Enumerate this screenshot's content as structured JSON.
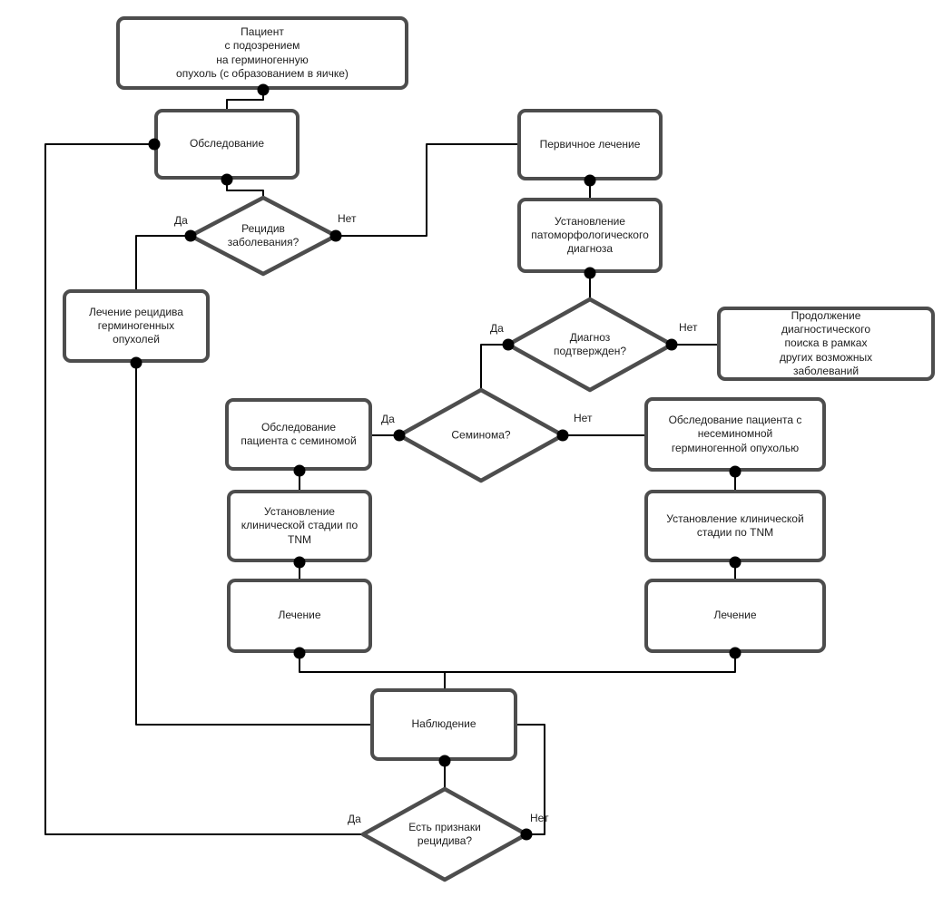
{
  "diagram": {
    "type": "flowchart",
    "language": "ru",
    "colors": {
      "background": "#ffffff",
      "node_border": "#4d4d4d",
      "node_fill": "#ffffff",
      "edge": "#000000",
      "text": "#202020"
    },
    "branch_labels": {
      "yes": "Да",
      "no": "Нет"
    },
    "nodes": {
      "patient": {
        "label": "Пациент\nс подозрением\nна герминогенную\nопухоль (с образованием в яичке)"
      },
      "obsled": {
        "label": "Обследование"
      },
      "pervich": {
        "label": "Первичное лечение"
      },
      "patomorph": {
        "label": "Установление\nпатоморфологического\nдиагноза"
      },
      "prodolzh": {
        "label": "Продолжение\nдиагностического\nпоиска в рамках\nдругих возможных\nзаболеваний"
      },
      "lechrec": {
        "label": "Лечение рецидива\nгерминогенных\nопухолей"
      },
      "obsem": {
        "label": "Обследование\nпациента с семиномой"
      },
      "obnesem": {
        "label": "Обследование пациента с\nнесеминомной\nгерминогенной опухолью"
      },
      "tnm_left": {
        "label": "Установление\nклинической стадии по\nTNM"
      },
      "tnm_right": {
        "label": "Установление клинической\nстадии по TNM"
      },
      "lech_left": {
        "label": "Лечение"
      },
      "lech_right": {
        "label": "Лечение"
      },
      "nabl": {
        "label": "Наблюдение"
      }
    },
    "decisions": {
      "recidiv": {
        "label": "Рецидив\nзаболевания?"
      },
      "diagnoz": {
        "label": "Диагноз\nподтвержден?"
      },
      "seminoma": {
        "label": "Семинома?"
      },
      "priznaki": {
        "label": "Есть признаки\nрецидива?"
      }
    },
    "edges": [
      {
        "from": "patient",
        "to": "obsled"
      },
      {
        "from": "obsled",
        "to": "recidiv"
      },
      {
        "from": "recidiv",
        "to": "pervich",
        "branch": "Нет"
      },
      {
        "from": "recidiv",
        "to": "lechrec",
        "branch": "Да"
      },
      {
        "from": "lechrec",
        "to": "nabl"
      },
      {
        "from": "pervich",
        "to": "patomorph"
      },
      {
        "from": "patomorph",
        "to": "diagnoz"
      },
      {
        "from": "diagnoz",
        "to": "prodolzh",
        "branch": "Нет"
      },
      {
        "from": "diagnoz",
        "to": "seminoma",
        "branch": "Да"
      },
      {
        "from": "seminoma",
        "to": "obsem",
        "branch": "Да"
      },
      {
        "from": "seminoma",
        "to": "obnesem",
        "branch": "Нет"
      },
      {
        "from": "obsem",
        "to": "tnm_left"
      },
      {
        "from": "tnm_left",
        "to": "lech_left"
      },
      {
        "from": "lech_left",
        "to": "nabl"
      },
      {
        "from": "obnesem",
        "to": "tnm_right"
      },
      {
        "from": "tnm_right",
        "to": "lech_right"
      },
      {
        "from": "lech_right",
        "to": "nabl"
      },
      {
        "from": "nabl",
        "to": "priznaki"
      },
      {
        "from": "priznaki",
        "to": "nabl",
        "branch": "Нет"
      },
      {
        "from": "priznaki",
        "to": "obsled",
        "branch": "Да"
      }
    ]
  }
}
